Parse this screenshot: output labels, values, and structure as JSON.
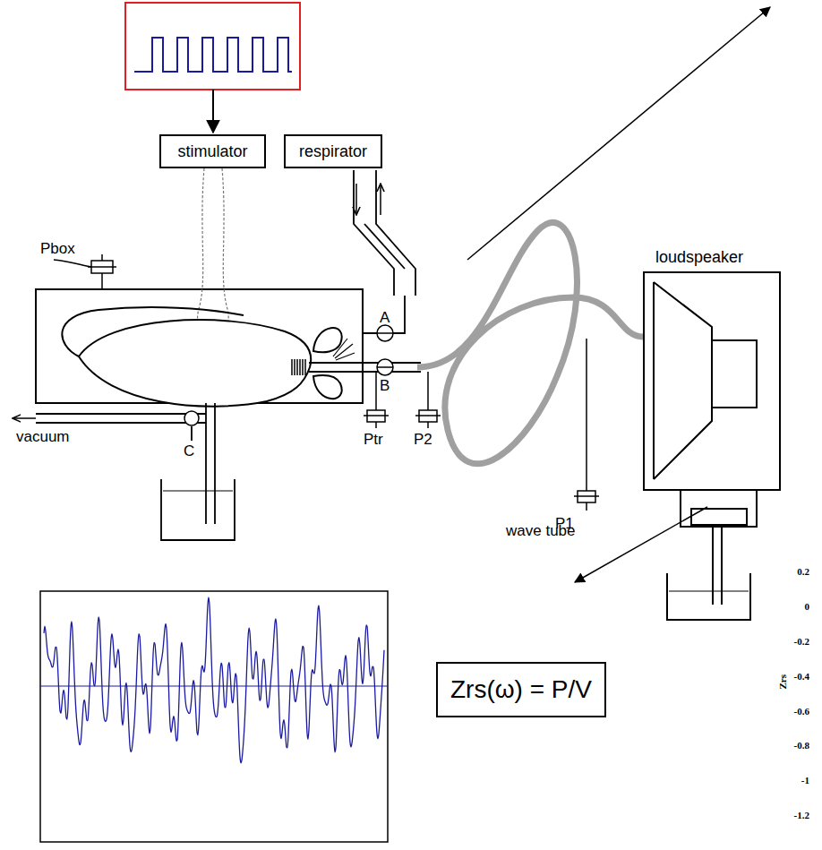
{
  "diagram": {
    "nodes": [
      {
        "text": [
          "stimulator"
        ]
      },
      {
        "text": [
          "respirator"
        ]
      },
      {
        "text": [
          "loudspeaker"
        ]
      },
      {
        "text": [
          "Zrs(ω) = P/V"
        ]
      }
    ],
    "labels": [
      "Pbox",
      "A",
      "B",
      "Ptr",
      "P2",
      "P1",
      "C",
      "vacuum",
      "wave tube",
      "0.2",
      "0",
      "-0.2",
      "-0.4",
      "-0.6",
      "-0.8",
      "-1",
      "-1.2",
      "Zrs"
    ]
  }
}
